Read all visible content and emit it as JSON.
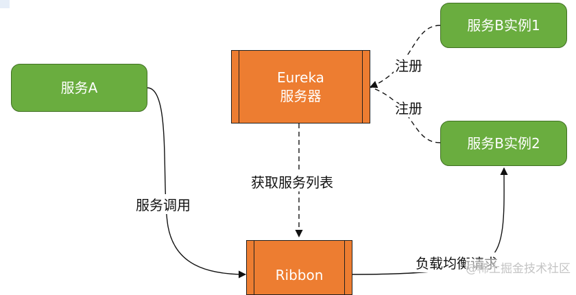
{
  "nodes": {
    "service_a": "服务A",
    "eureka_line1": "Eureka",
    "eureka_line2": "服务器",
    "instance_b1": "服务B实例1",
    "instance_b2": "服务B实例2",
    "ribbon": "Ribbon"
  },
  "edges": {
    "register_1": "注册",
    "register_2": "注册",
    "fetch_list": "获取服务列表",
    "service_call": "服务调用",
    "load_balance": "负载均衡请求"
  },
  "watermark": "@稀土掘金技术社区",
  "colors": {
    "service_fill": "#6aad3f",
    "server_fill": "#ed7d31"
  }
}
